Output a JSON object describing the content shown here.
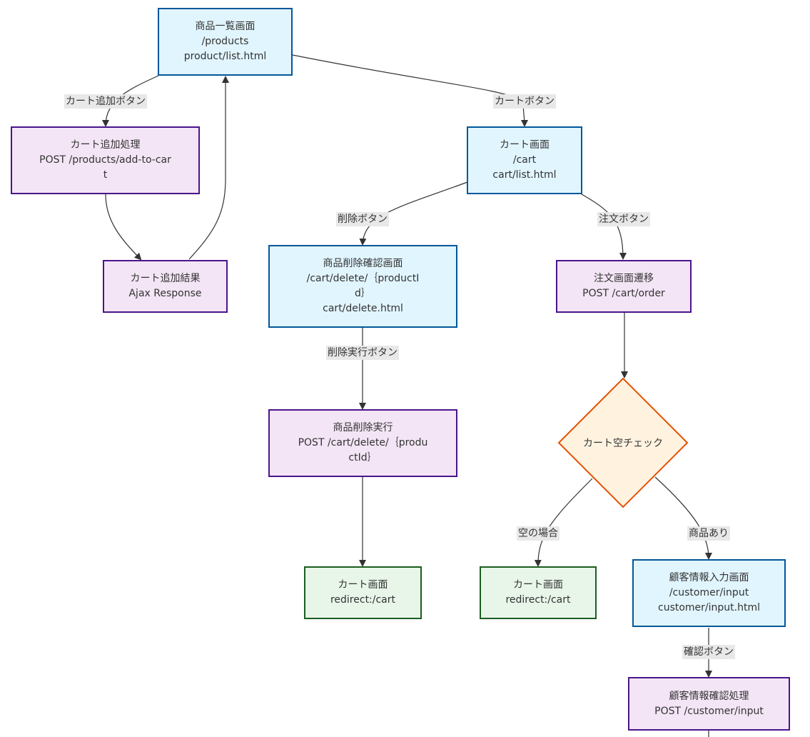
{
  "nodes": {
    "product_list": {
      "lines": [
        "商品一覧画面",
        "/products",
        "product/list.html"
      ]
    },
    "cart_add_process": {
      "lines": [
        "カート追加処理",
        "POST /products/add-to-car",
        "t"
      ]
    },
    "cart_add_result": {
      "lines": [
        "カート追加結果",
        "Ajax Response"
      ]
    },
    "cart_screen": {
      "lines": [
        "カート画面",
        "/cart",
        "cart/list.html"
      ]
    },
    "delete_confirm": {
      "lines": [
        "商品削除確認画面",
        "/cart/delete/｛productI",
        "d｝",
        "cart/delete.html"
      ]
    },
    "order_transition": {
      "lines": [
        "注文画面遷移",
        "POST /cart/order"
      ]
    },
    "delete_execute": {
      "lines": [
        "商品削除実行",
        "POST /cart/delete/｛produ",
        "ctId｝"
      ]
    },
    "cart_empty_check": {
      "lines": [
        "カート空チェック"
      ]
    },
    "redirect_cart_1": {
      "lines": [
        "カート画面",
        "redirect:/cart"
      ]
    },
    "redirect_cart_2": {
      "lines": [
        "カート画面",
        "redirect:/cart"
      ]
    },
    "customer_input": {
      "lines": [
        "顧客情報入力画面",
        "/customer/input",
        "customer/input.html"
      ]
    },
    "customer_confirm": {
      "lines": [
        "顧客情報確認処理",
        "POST /customer/input"
      ]
    }
  },
  "edge_labels": {
    "cart_add_button": "カート追加ボタン",
    "cart_button": "カートボタン",
    "delete_button": "削除ボタン",
    "order_button": "注文ボタン",
    "delete_execute_button": "削除実行ボタン",
    "empty_case": "空の場合",
    "has_items": "商品あり",
    "confirm_button": "確認ボタン"
  },
  "colors": {
    "screen_fill": "#e1f5fe",
    "screen_stroke": "#01579b",
    "process_fill": "#f3e5f5",
    "process_stroke": "#4a148c",
    "redirect_fill": "#e8f5e9",
    "redirect_stroke": "#1b5e20",
    "decision_fill": "#fff3e0",
    "decision_stroke": "#e65100",
    "edge": "#333333",
    "label_bg": "#e8e8e8"
  }
}
